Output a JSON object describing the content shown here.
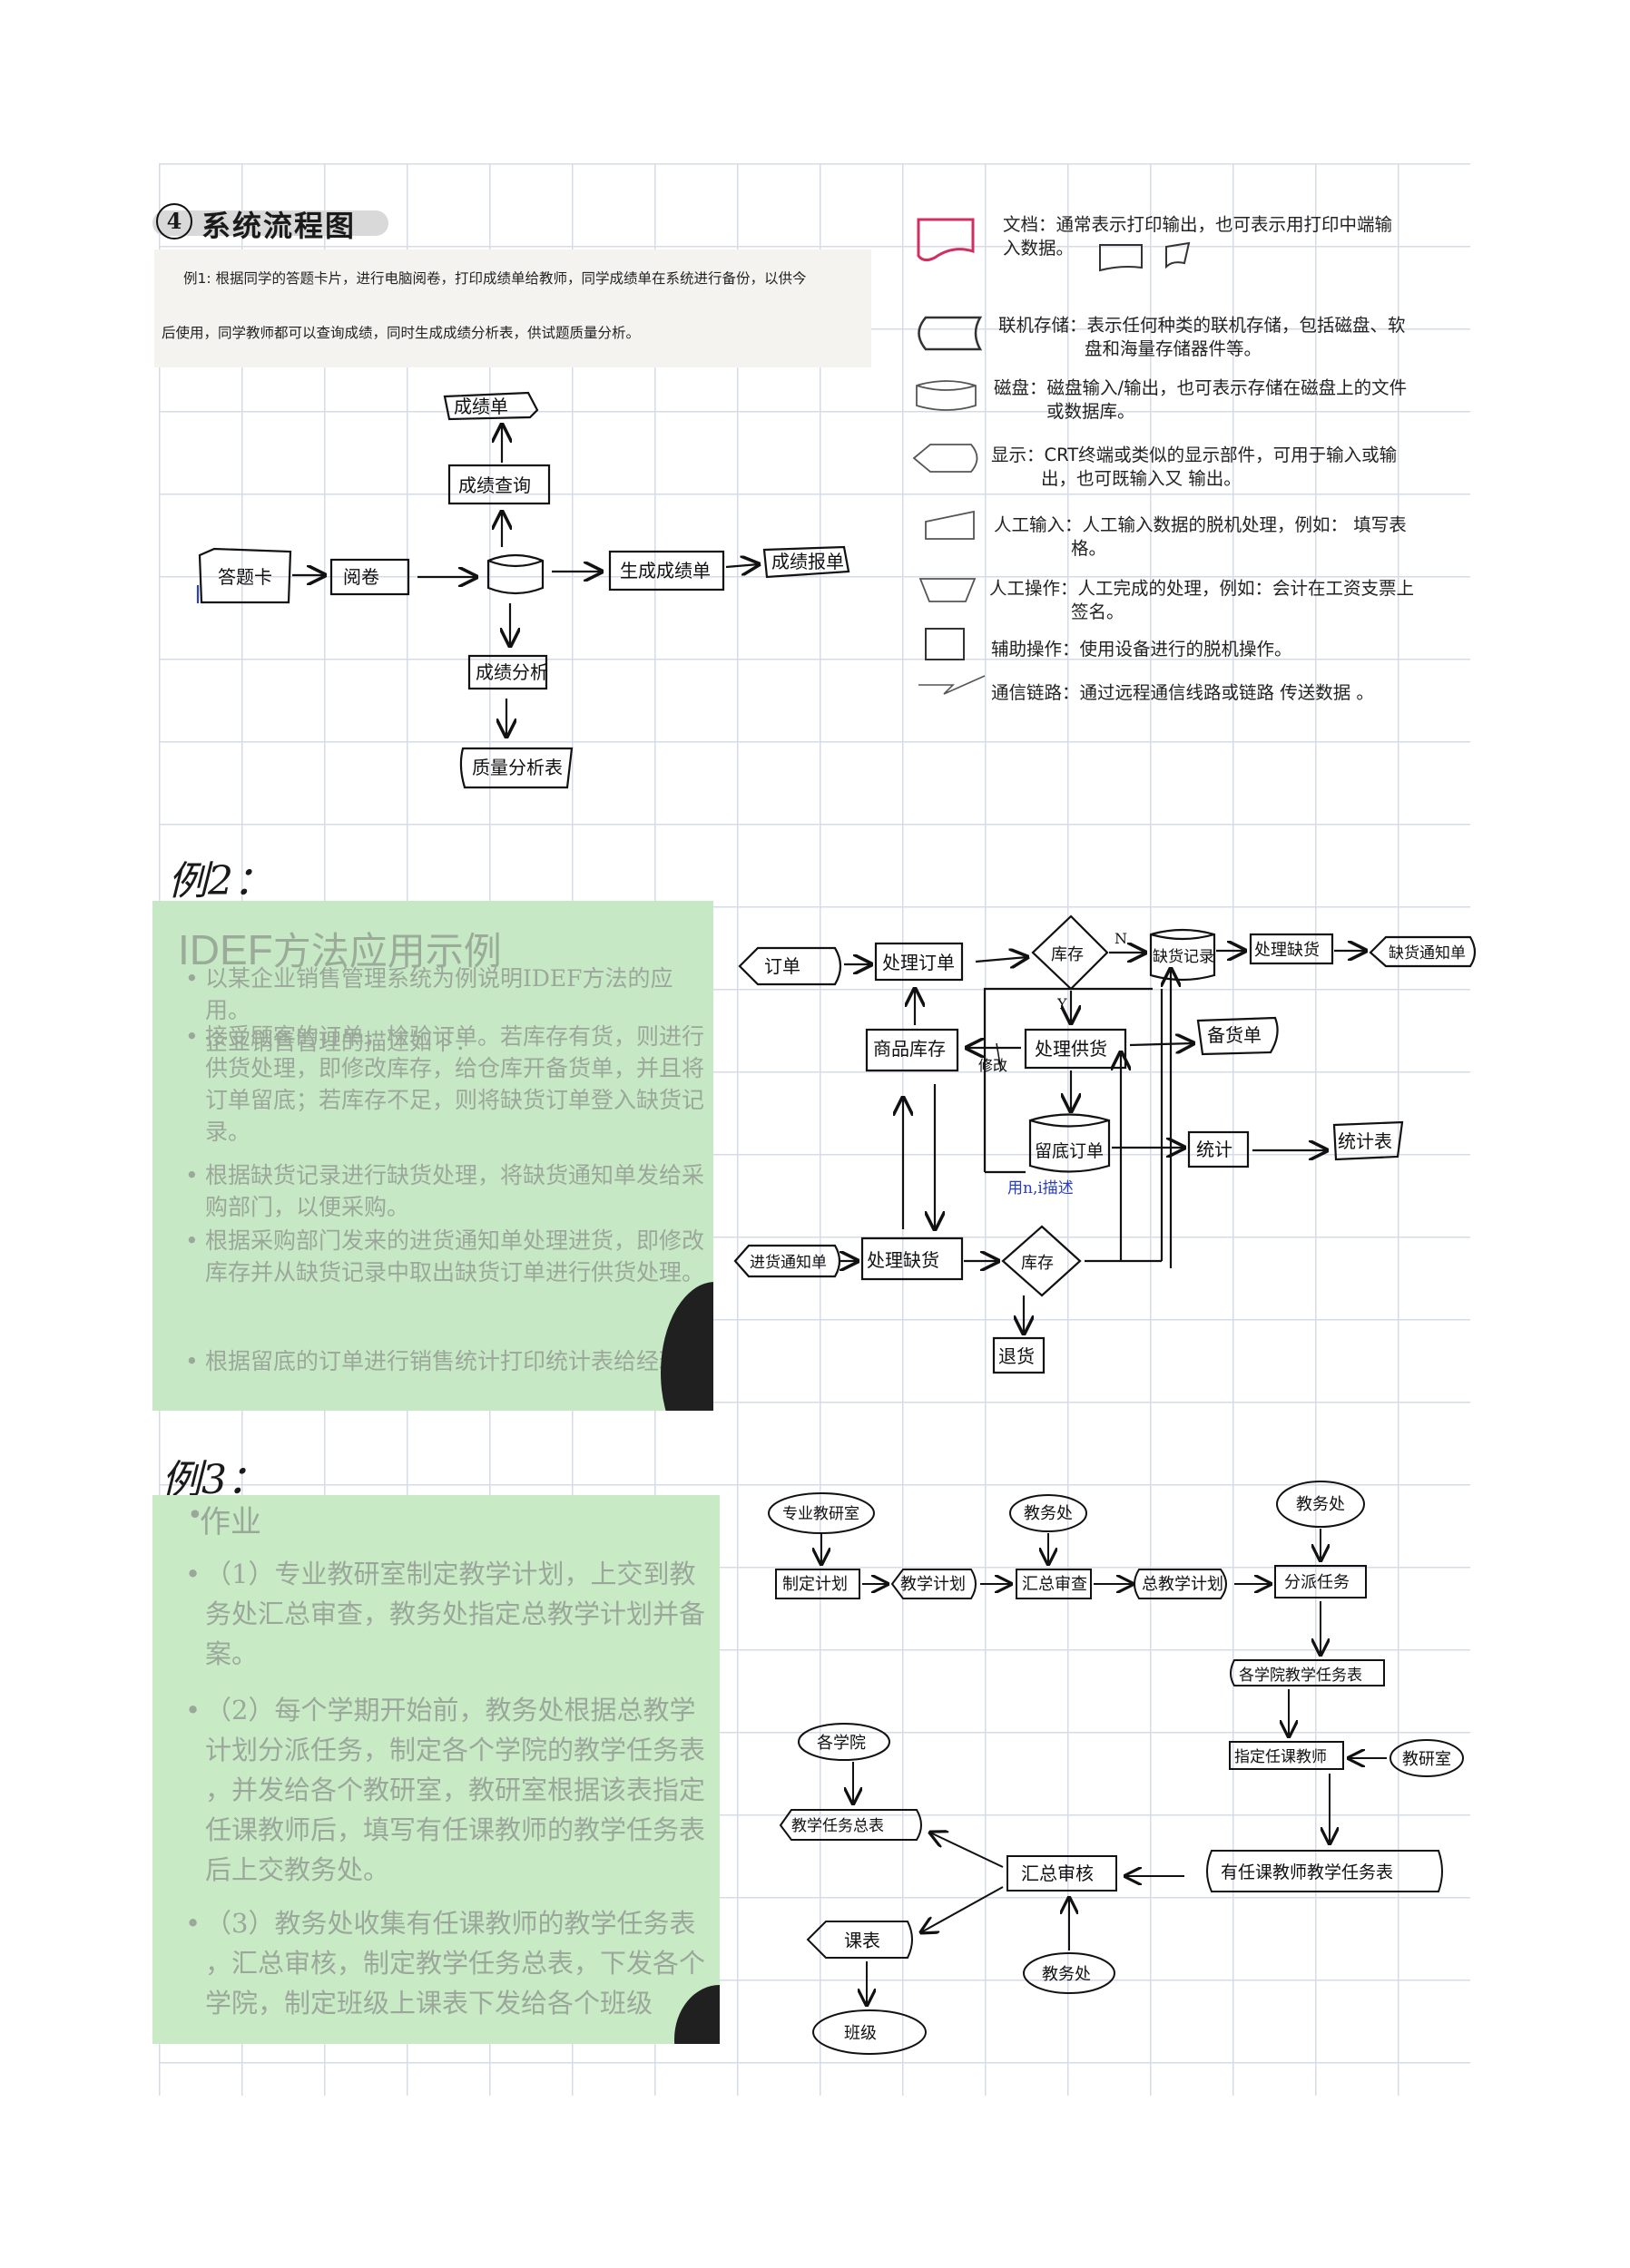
{
  "section_title": {
    "number": "4",
    "text": "系统流程图"
  },
  "example1": {
    "line1": "例1: 根据同学的答题卡片，进行电脑阅卷，打印成绩单给教师，同学成绩单在系统进行备份，以供今",
    "line2": "后使用，同学教师都可以查询成绩，同时生成成绩分析表，供试题质量分析。",
    "nodes": {
      "answer_card": "答题卡",
      "grading": "阅卷",
      "report_card": "成绩单",
      "query": "成绩查询",
      "gen_report": "生成成绩单",
      "report_print": "成绩报单",
      "analysis": "成绩分析",
      "quality_table": "质量分析表"
    }
  },
  "legend": [
    {
      "label": "文档：通常表示打印输出，也可表示用打印中端输",
      "label2": "入数据。"
    },
    {
      "label": "联机存储：表示任何种类的联机存储，包括磁盘、软",
      "label2": "盘和海量存储器件等。"
    },
    {
      "label": "磁盘：磁盘输入/输出，也可表示存储在磁盘上的文件",
      "label2": "或数据库。"
    },
    {
      "label": "显示：CRT终端或类似的显示部件，可用于输入或输",
      "label2": "出，也可既输入又 输出。"
    },
    {
      "label": "人工输入：人工输入数据的脱机处理，例如： 填写表",
      "label2": "格。"
    },
    {
      "label": "人工操作：人工完成的处理，例如：会计在工资支票上",
      "label2": "签名。"
    },
    {
      "label": "辅助操作：使用设备进行的脱机操作。",
      "label2": ""
    },
    {
      "label": "通信链路：通过远程通信线路或链路 传送数据 。",
      "label2": ""
    }
  ],
  "example2": {
    "label": "例2：",
    "slide_title_en": "IDEF",
    "slide_title_cn": "方法应用示例",
    "bullets": [
      [
        "以某企业销售管理系统为例说明IDEF方法的应用。",
        "企业销售管理的描述如下："
      ],
      [
        "接受顾客的订单，检验订单。若库存有货，则进行",
        "供货处理，即修改库存，给仓库开备货单，并且将",
        "订单留底；若库存不足，则将缺货订单登入缺货记",
        "录。"
      ],
      [
        "根据缺货记录进行缺货处理，将缺货通知单发给采",
        "购部门，以便采购。"
      ],
      [
        "根据采购部门发来的进货通知单处理进货，即修改",
        "库存并从缺货记录中取出缺货订单进行供货处理。"
      ],
      [
        "根据留底的订单进行销售统计打印统计表给经理。"
      ]
    ],
    "nodes": {
      "order": "订单",
      "process_order": "处理订单",
      "in_stock": "库存",
      "shortage_record": "缺货记录",
      "process_shortage": "处理缺货",
      "shortage_notice": "缺货通知单",
      "goods_stock": "商品库存",
      "process_supply": "处理供货",
      "prep_note": "备货单",
      "modify": "修改",
      "retained_order": "留底订单",
      "retained_note": "用n,i描述",
      "stats": "统计",
      "stats_table": "统计表",
      "purchase_notice": "进货通知单",
      "process_purchase": "处理缺货",
      "in_stock2": "库存",
      "refund": "退货",
      "n_mark": "N",
      "y_mark": "Y"
    }
  },
  "example3": {
    "label": "例3：",
    "slide_title": "作业",
    "bullets": [
      [
        "（1）专业教研室制定教学计划，上交到教",
        "务处汇总审查，教务处指定总教学计划并备",
        "案。"
      ],
      [
        "（2）每个学期开始前，教务处根据总教学",
        "计划分派任务，制定各个学院的教学任务表",
        "，并发给各个教研室，教研室根据该表指定",
        "任课教师后，填写有任课教师的教学任务表",
        "后上交教务处。"
      ],
      [
        "（3）教务处收集有任课教师的教学任务表",
        "，汇总审核，制定教学任务总表，下发各个",
        "学院，制定班级上课表下发给各个班级"
      ]
    ],
    "nodes": {
      "dept_office": "专业教研室",
      "make_plan": "制定计划",
      "teaching_plan": "教学计划",
      "academic1": "教务处",
      "summary_review": "汇总审查",
      "total_plan": "总教学计划",
      "academic2": "教务处",
      "assign_task": "分派任务",
      "college_task": "各学院教学任务表",
      "assign_teacher": "指定任课教师",
      "research_office": "教研室",
      "teacher_task": "有任课教师教学任务表",
      "review": "汇总审核",
      "academic3": "教务处",
      "colleges": "各学院",
      "total_task": "教学任务总表",
      "schedule": "课表",
      "class": "班级"
    }
  }
}
